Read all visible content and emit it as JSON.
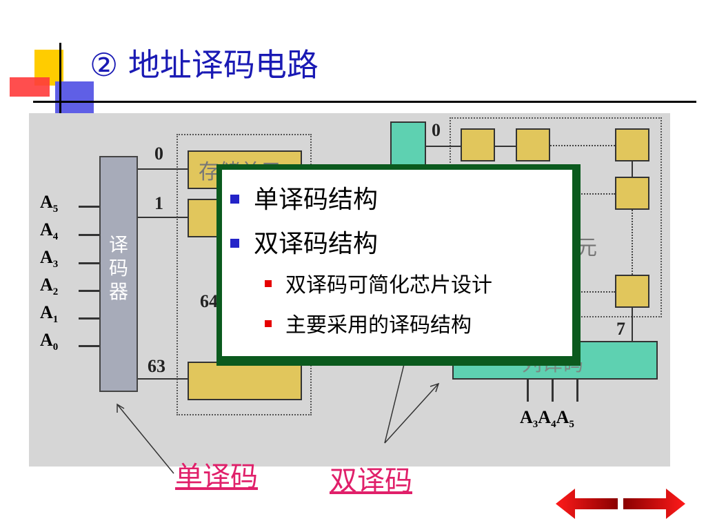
{
  "slide": {
    "title": "② 地址译码电路"
  },
  "diagram": {
    "decoder_label": "译码器",
    "address_lines_left": [
      "A5",
      "A4",
      "A3",
      "A2",
      "A1",
      "A0"
    ],
    "single_outputs": [
      "0",
      "1",
      "63"
    ],
    "partial_64": "64",
    "storage_cell_label": "存储单元",
    "right_top_index": "0",
    "right_side_partial": "元",
    "right_bottom_index": "7",
    "column_decoder_partial": "列译码",
    "address_lines_bottom": [
      "A3",
      "A4",
      "A5"
    ]
  },
  "popup": {
    "items": [
      {
        "label": "单译码结构"
      },
      {
        "label": "双译码结构",
        "subitems": [
          "双译码可简化芯片设计",
          "主要采用的译码结构"
        ]
      }
    ]
  },
  "links": {
    "single": "单译码",
    "double": "双译码"
  },
  "nav": {
    "prev_icon": "arrow-left-icon",
    "next_icon": "arrow-right-icon",
    "color": "#e60000"
  }
}
